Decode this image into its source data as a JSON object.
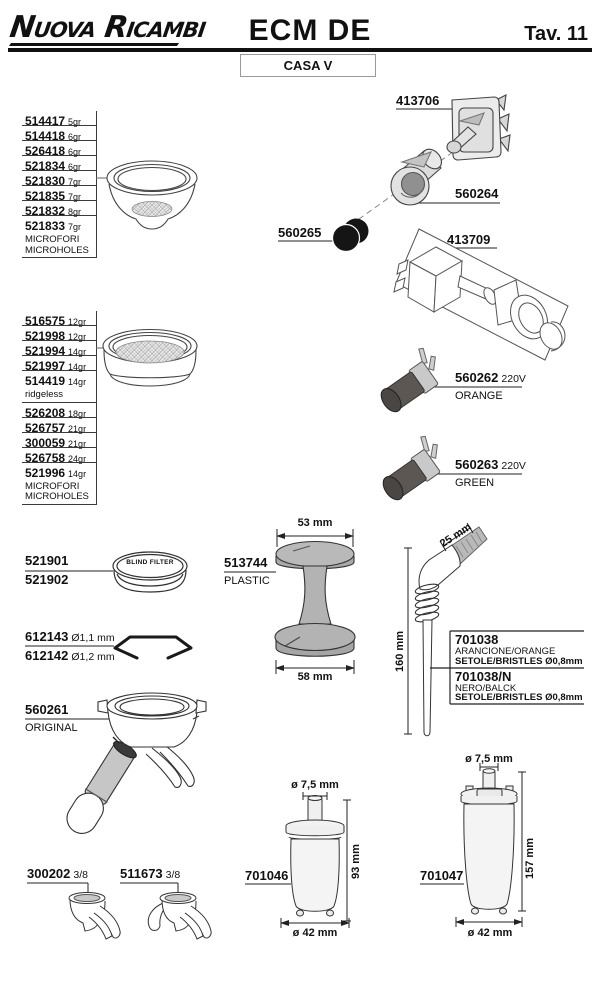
{
  "header": {
    "logo": "Nuova Ricambi",
    "title": "ECM DE",
    "tav": "Tav. 11",
    "box": "CASA V"
  },
  "filter_list_1": {
    "items": [
      {
        "code": "514417",
        "size": "5gr"
      },
      {
        "code": "514418",
        "size": "6gr"
      },
      {
        "code": "526418",
        "size": "6gr"
      },
      {
        "code": "521834",
        "size": "6gr"
      },
      {
        "code": "521830",
        "size": "7gr"
      },
      {
        "code": "521835",
        "size": "7gr"
      },
      {
        "code": "521832",
        "size": "8gr"
      },
      {
        "code": "521833",
        "size": "7gr",
        "note1": "MICROFORI",
        "note2": "MICROHOLES"
      }
    ]
  },
  "filter_list_2": {
    "items": [
      {
        "code": "516575",
        "size": "12gr"
      },
      {
        "code": "521998",
        "size": "12gr"
      },
      {
        "code": "521994",
        "size": "14gr"
      },
      {
        "code": "521997",
        "size": "14gr"
      },
      {
        "code": "514419",
        "size": "14gr",
        "note1": "ridgeless"
      },
      {
        "code": "526208",
        "size": "18gr"
      },
      {
        "code": "526757",
        "size": "21gr"
      },
      {
        "code": "300059",
        "size": "21gr"
      },
      {
        "code": "526758",
        "size": "24gr"
      },
      {
        "code": "521996",
        "size": "14gr",
        "note1": "MICROFORI",
        "note2": "MICROHOLES"
      }
    ]
  },
  "labels": {
    "switch": "413706",
    "boot": "560264",
    "cap": "560265",
    "assembly": "413709",
    "lamp_orange": {
      "code": "560262",
      "volt": "220V",
      "color": "ORANGE"
    },
    "lamp_green": {
      "code": "560263",
      "volt": "220V",
      "color": "GREEN"
    },
    "blind1": "521901",
    "blind2": "521902",
    "blind_text": "BLIND FILTER",
    "tamper": {
      "code": "513744",
      "material": "PLASTIC",
      "top": "53 mm",
      "bottom": "58 mm"
    },
    "clip1": {
      "code": "612143",
      "dia": "Ø1,1 mm"
    },
    "clip2": {
      "code": "612142",
      "dia": "Ø1,2 mm"
    },
    "brush": {
      "dim_bristle": "25 mm",
      "dim_length": "160 mm",
      "v1": {
        "code": "701038",
        "color": "ARANCIONE/ORANGE",
        "bristle": "SETOLE/BRISTLES Ø0,8mm"
      },
      "v2": {
        "code": "701038/N",
        "color": "NERO/BALCK",
        "bristle": "SETOLE/BRISTLES Ø0,8mm"
      }
    },
    "portafilter": {
      "code": "560261",
      "note": "ORIGINAL"
    },
    "spout1": {
      "code": "300202",
      "size": "3/8"
    },
    "spout2": {
      "code": "511673",
      "size": "3/8"
    },
    "wf1": {
      "code": "701046",
      "top": "ø 7,5 mm",
      "height": "93 mm",
      "dia": "ø 42 mm"
    },
    "wf2": {
      "code": "701047",
      "top": "ø 7,5 mm",
      "height": "157 mm",
      "dia": "ø 42 mm"
    }
  }
}
